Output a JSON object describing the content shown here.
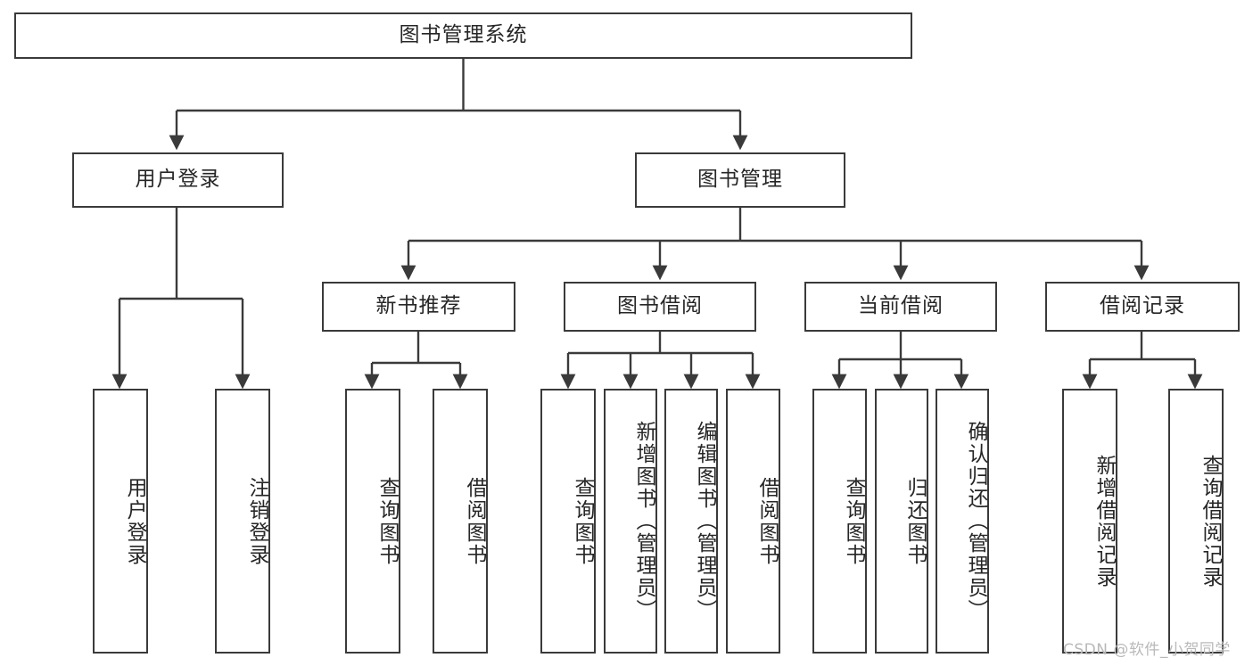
{
  "diagram": {
    "type": "tree",
    "title": "图书管理系统",
    "root": {
      "label": "图书管理系统"
    },
    "level2": [
      {
        "label": "用户登录"
      },
      {
        "label": "图书管理"
      }
    ],
    "level3": [
      {
        "label": "新书推荐"
      },
      {
        "label": "图书借阅"
      },
      {
        "label": "当前借阅"
      },
      {
        "label": "借阅记录"
      }
    ],
    "leaves": {
      "user_login": [
        {
          "label": "用户登录"
        },
        {
          "label": "注销登录"
        }
      ],
      "new_book_recommend": [
        {
          "label": "查询图书"
        },
        {
          "label": "借阅图书"
        }
      ],
      "book_borrow": [
        {
          "label": "查询图书"
        },
        {
          "label": "新增图书（管理员）"
        },
        {
          "label": "编辑图书（管理员）"
        },
        {
          "label": "借阅图书"
        }
      ],
      "current_borrow": [
        {
          "label": "查询图书"
        },
        {
          "label": "归还图书"
        },
        {
          "label": "确认归还（管理员）"
        }
      ],
      "borrow_record": [
        {
          "label": "新增借阅记录"
        },
        {
          "label": "查询借阅记录"
        }
      ]
    }
  },
  "watermark": {
    "text": "CSDN @软件_小贺同学"
  },
  "colors": {
    "stroke": "#3a3a3a",
    "box_fill": "#ffffff",
    "text": "#262626",
    "watermark": "#b9b9b9",
    "background": "#ffffff"
  }
}
